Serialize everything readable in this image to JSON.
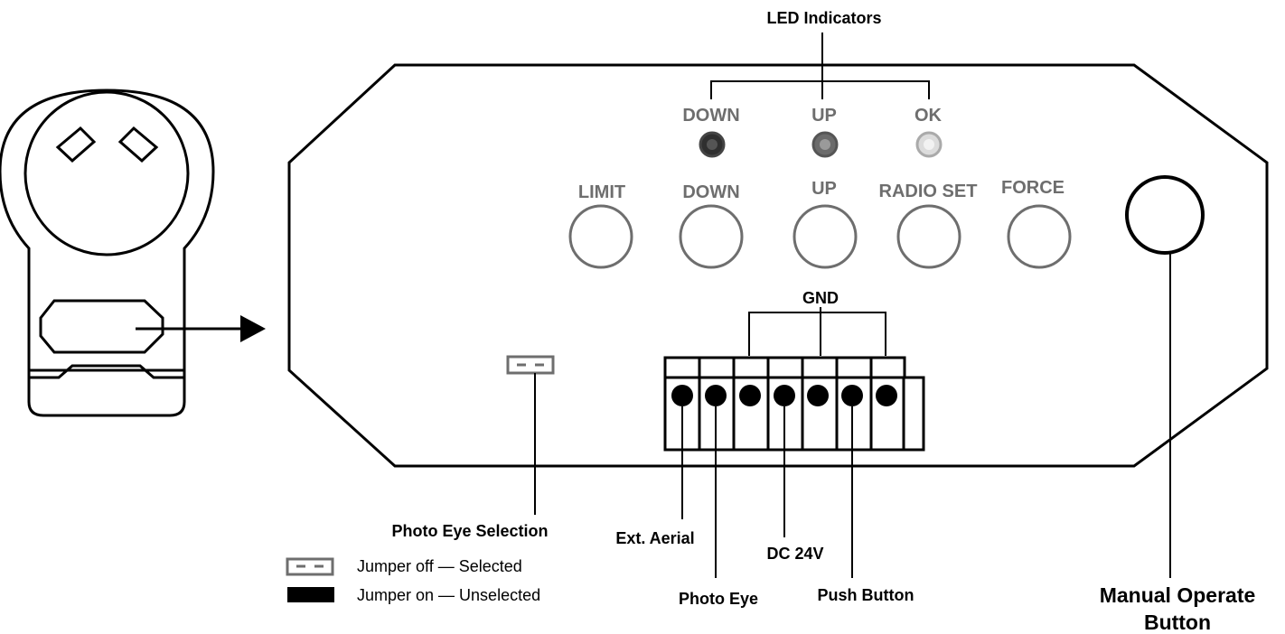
{
  "top_label": "LED Indicators",
  "leds": [
    {
      "label": "DOWN",
      "color": "#2f2f2f"
    },
    {
      "label": "UP",
      "color": "#6b6b6b"
    },
    {
      "label": "OK",
      "color": "#dcdcdc"
    }
  ],
  "buttons": [
    "LIMIT",
    "DOWN",
    "UP",
    "RADIO SET",
    "FORCE"
  ],
  "gnd_label": "GND",
  "photo_eye_selection": "Photo Eye Selection",
  "legend": [
    {
      "text": "Jumper off — Selected",
      "style": "outline"
    },
    {
      "text": "Jumper on — Unselected",
      "style": "filled"
    }
  ],
  "terminal_labels": {
    "ext_aerial": "Ext. Aerial",
    "photo_eye": "Photo Eye",
    "dc24v": "DC 24V",
    "push_button": "Push Button"
  },
  "manual_operate": {
    "line1": "Manual Operate",
    "line2": "Button"
  },
  "colors": {
    "panel_outline": "#000000",
    "button_outline": "#6e6e6e",
    "grey_label": "#6e6e6e"
  }
}
